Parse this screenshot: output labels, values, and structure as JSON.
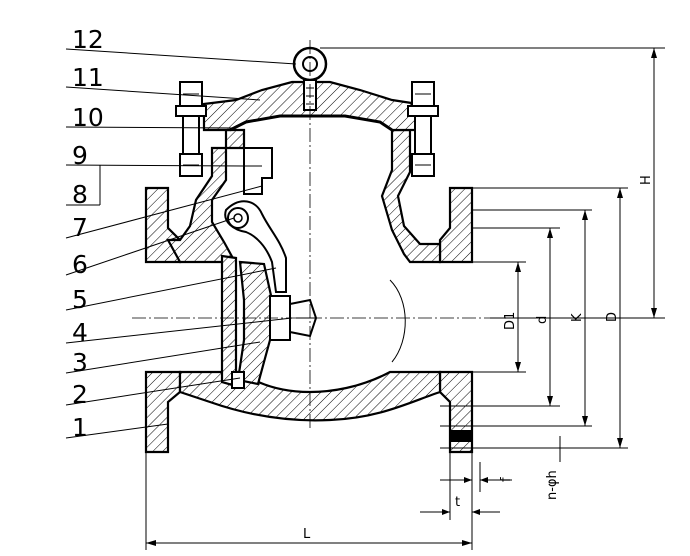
{
  "part_numbers": [
    "1",
    "2",
    "3",
    "4",
    "5",
    "6",
    "7",
    "8",
    "9",
    "10",
    "11",
    "12"
  ],
  "dimensions": {
    "H": "H",
    "D": "D",
    "K": "K",
    "d": "d",
    "D1": "D1",
    "f": "f",
    "nh": "n-φh",
    "t": "t",
    "L": "L"
  }
}
